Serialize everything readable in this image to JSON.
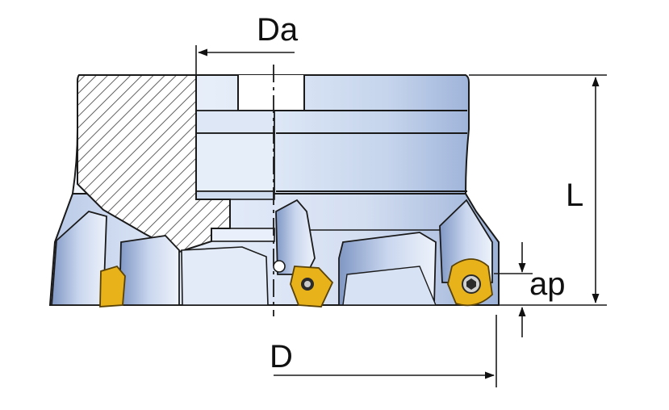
{
  "dimensions": {
    "Da": "Da",
    "L": "L",
    "ap": "ap",
    "D": "D"
  },
  "colors": {
    "body_light": "#e9f0fb",
    "body_mid": "#c7d6ee",
    "body_dark": "#8ea6cf",
    "outline": "#1a1a1a",
    "hatch": "#3a3a3a",
    "insert_gold": "#e8b21a",
    "insert_dark": "#7a5a08"
  },
  "icons": [
    "face-mill-cutter-body",
    "cross-section-hatch",
    "carbide-insert",
    "centerline",
    "dimension-arrow"
  ]
}
